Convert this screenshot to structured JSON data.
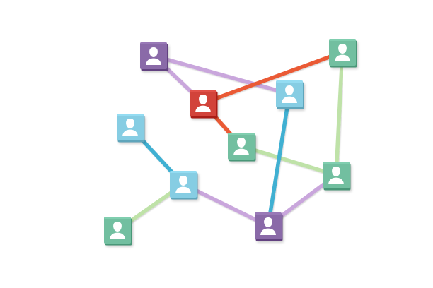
{
  "colors": {
    "purple": "#8a6aa8",
    "red": "#d2433a",
    "teal": "#72bfa0",
    "sky": "#86cde3",
    "link_lilac": "#c9a6dc",
    "link_orange": "#ea5a34",
    "link_green": "#bfe2a8",
    "link_blue": "#3fb0d2"
  },
  "nodes": [
    {
      "id": "purple-top",
      "color": "purple",
      "icon": "person-icon"
    },
    {
      "id": "red-center",
      "color": "red",
      "icon": "person-icon"
    },
    {
      "id": "teal-topright",
      "color": "teal",
      "icon": "person-icon"
    },
    {
      "id": "sky-center-right",
      "color": "sky",
      "icon": "person-icon"
    },
    {
      "id": "teal-middle",
      "color": "teal",
      "icon": "person-icon"
    },
    {
      "id": "sky-left",
      "color": "sky",
      "icon": "person-icon"
    },
    {
      "id": "sky-lower-left",
      "color": "sky",
      "icon": "person-icon"
    },
    {
      "id": "teal-right",
      "color": "teal",
      "icon": "person-icon"
    },
    {
      "id": "teal-bottom-left",
      "color": "teal",
      "icon": "person-icon"
    },
    {
      "id": "purple-bottom",
      "color": "purple",
      "icon": "person-icon"
    }
  ],
  "links": [
    {
      "from": "purple-top",
      "to": "red-center",
      "color": "link_lilac"
    },
    {
      "from": "purple-top",
      "to": "sky-center-right",
      "color": "link_lilac"
    },
    {
      "from": "red-center",
      "to": "teal-topright",
      "color": "link_orange"
    },
    {
      "from": "red-center",
      "to": "teal-middle",
      "color": "link_orange"
    },
    {
      "from": "teal-topright",
      "to": "teal-right",
      "color": "link_green"
    },
    {
      "from": "teal-middle",
      "to": "teal-right",
      "color": "link_green"
    },
    {
      "from": "sky-center-right",
      "to": "purple-bottom",
      "color": "link_blue"
    },
    {
      "from": "sky-left",
      "to": "sky-lower-left",
      "color": "link_blue"
    },
    {
      "from": "sky-lower-left",
      "to": "teal-bottom-left",
      "color": "link_green"
    },
    {
      "from": "sky-lower-left",
      "to": "purple-bottom",
      "color": "link_lilac"
    },
    {
      "from": "purple-bottom",
      "to": "teal-right",
      "color": "link_lilac"
    }
  ]
}
